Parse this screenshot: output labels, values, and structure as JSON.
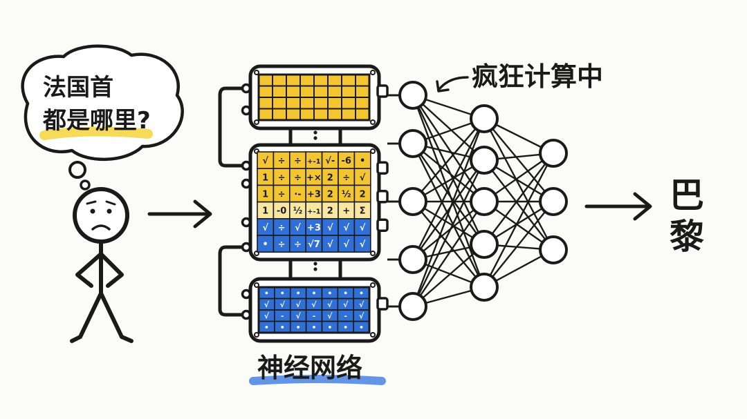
{
  "bubble": {
    "line1": "法国首",
    "line2": "都是哪里?"
  },
  "annotation": "疯狂计算中",
  "answer": {
    "char1": "巴",
    "char2": "黎"
  },
  "network_label": "神经网络",
  "colors": {
    "ink": "#1a1a1a",
    "yellow": "#f2c531",
    "blue": "#2f6fd6",
    "pale_yellow": "#f8e7a0",
    "highlight_yellow": "#f6d33a",
    "highlight_blue": "#3d7be0"
  },
  "panels": {
    "top": {
      "color": "yellow"
    },
    "middle": {
      "cells": [
        [
          "√",
          "÷",
          "÷",
          "+-1",
          "√-",
          "-6",
          "•"
        ],
        [
          "1",
          "÷",
          "÷",
          "+×",
          "2",
          "÷",
          "√"
        ],
        [
          "1",
          "÷",
          "·-",
          "+3",
          "2",
          "½",
          "2"
        ],
        [
          "1",
          "-0",
          "½",
          "+-1",
          "2",
          "+",
          "Σ"
        ],
        [
          "√",
          "÷",
          "√",
          "+3",
          "√",
          "√",
          "√"
        ],
        [
          "•",
          "÷",
          "÷",
          "√7",
          "√",
          "√",
          "√"
        ]
      ]
    },
    "bottom": {
      "cells": [
        [
          "•",
          "•",
          "•",
          "•",
          "•",
          "•",
          "•"
        ],
        [
          "√",
          "√",
          "√",
          "√",
          "√",
          "√",
          "√"
        ],
        [
          "√",
          "-",
          "√",
          "-",
          "√",
          "-",
          "√"
        ],
        [
          "•",
          "•",
          "•",
          "•",
          "•",
          "•",
          "•"
        ]
      ]
    }
  }
}
